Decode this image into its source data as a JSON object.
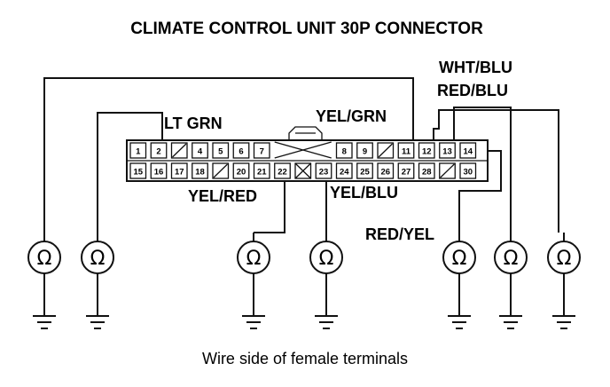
{
  "title": "CLIMATE CONTROL UNIT 30P CONNECTOR",
  "caption": "Wire side of female terminals",
  "connector": {
    "top_row": [
      "1",
      "2",
      "",
      "4",
      "5",
      "6",
      "7",
      "",
      "",
      "",
      "8",
      "9",
      "",
      "11",
      "12",
      "13",
      "14"
    ],
    "bottom_row": [
      "15",
      "16",
      "17",
      "18",
      "",
      "20",
      "21",
      "22",
      "",
      "23",
      "24",
      "25",
      "26",
      "27",
      "28",
      "",
      "30"
    ]
  },
  "wire_labels": {
    "lt_grn": "LT GRN",
    "yel_grn": "YEL/GRN",
    "wht_blu": "WHT/BLU",
    "red_blu": "RED/BLU",
    "yel_red": "YEL/RED",
    "yel_blu": "YEL/BLU",
    "red_yel": "RED/YEL"
  },
  "meter_symbol": "Ω"
}
